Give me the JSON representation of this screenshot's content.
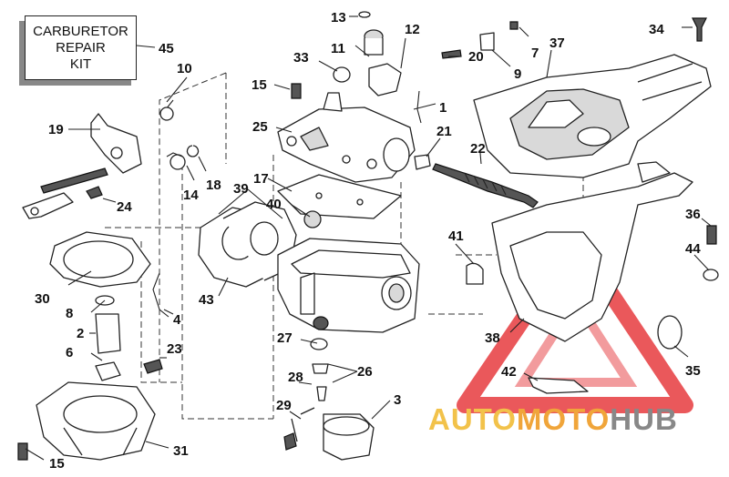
{
  "title_box": {
    "line1": "CARBURETOR",
    "line2": "REPAIR",
    "line3": "KIT"
  },
  "watermark": {
    "part1": "AUTO",
    "part2": "MOTO",
    "part3": "HUB"
  },
  "colors": {
    "watermark_triangle": "#e8464a",
    "watermark_auto": "#f2c24a",
    "watermark_moto": "#f0a53a",
    "watermark_hub": "#888888"
  },
  "callouts": {
    "c1": "1",
    "c2": "2",
    "c3": "3",
    "c4": "4",
    "c6": "6",
    "c7": "7",
    "c8": "8",
    "c9": "9",
    "c10": "10",
    "c11": "11",
    "c12": "12",
    "c13": "13",
    "c14": "14",
    "c15a": "15",
    "c15b": "15",
    "c17": "17",
    "c18": "18",
    "c19": "19",
    "c20": "20",
    "c21": "21",
    "c22": "22",
    "c23": "23",
    "c24": "24",
    "c25": "25",
    "c26": "26",
    "c27": "27",
    "c28": "28",
    "c29": "29",
    "c30": "30",
    "c31": "31",
    "c33": "33",
    "c34": "34",
    "c35": "35",
    "c36": "36",
    "c37": "37",
    "c38": "38",
    "c39": "39",
    "c40": "40",
    "c41": "41",
    "c42": "42",
    "c43": "43",
    "c44": "44",
    "c45": "45"
  }
}
